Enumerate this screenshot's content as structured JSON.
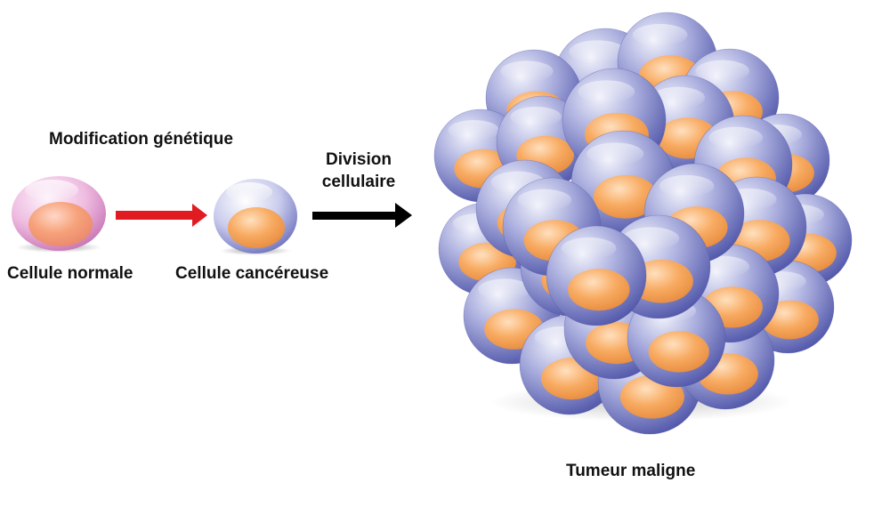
{
  "labels": {
    "genetic_modification": "Modification génétique",
    "cell_division_line1": "Division",
    "cell_division_line2": "cellulaire",
    "normal_cell": "Cellule normale",
    "cancer_cell": "Cellule cancéreuse",
    "malignant_tumor": "Tumeur maligne"
  },
  "colors": {
    "normal_cell": "#e9a9d6",
    "cancer_cell": "#8f93cc",
    "nucleus": "#f7a45a",
    "red_arrow": "#e11b22",
    "black_arrow": "#000000"
  }
}
